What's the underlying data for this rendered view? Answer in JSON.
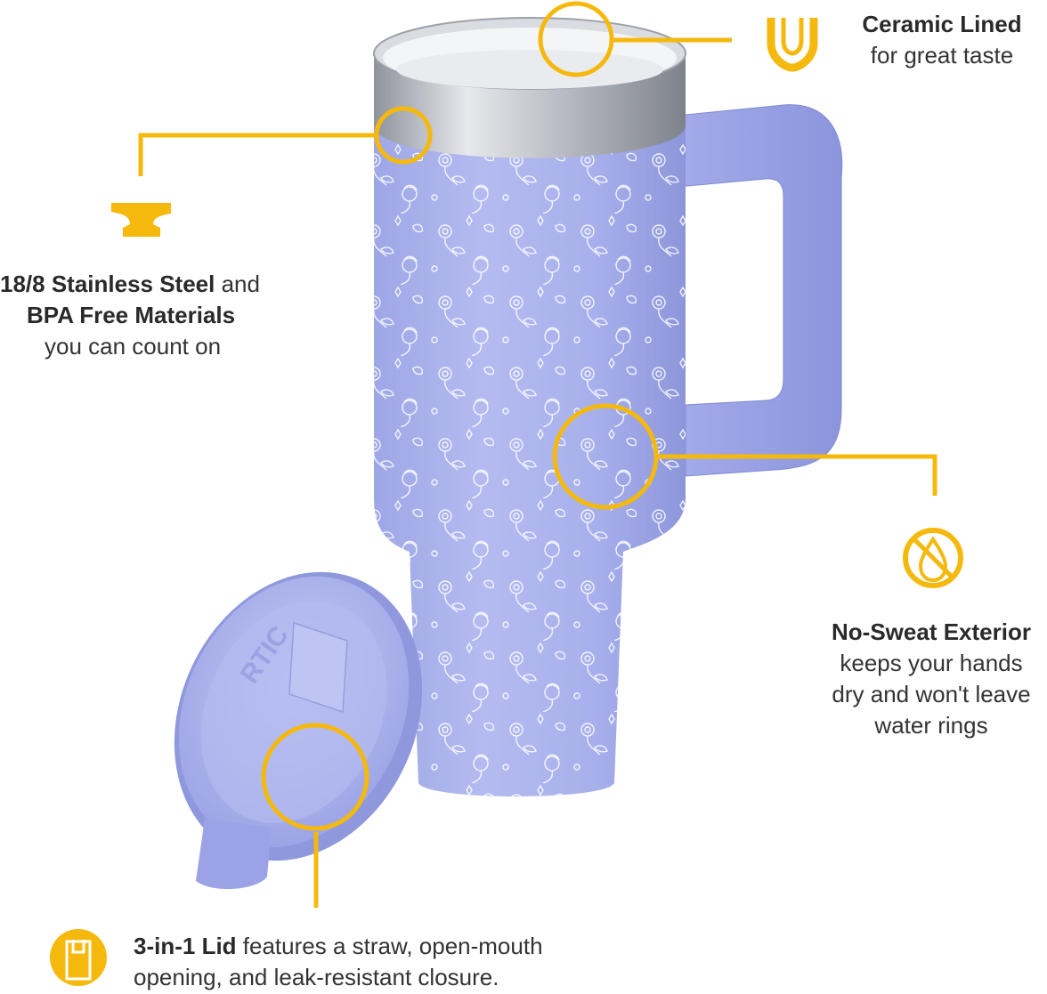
{
  "colors": {
    "accent": "#f5b90d",
    "tumbler": "#a9b1ec",
    "tumbler_dark": "#8e97dc",
    "steel": "#c9ccd2",
    "text": "#333333"
  },
  "icons": {
    "ceramic": "u-shape-icon",
    "steel": "anvil-icon",
    "sweat": "no-water-drop-icon",
    "lid": "lid-icon"
  },
  "product": {
    "lid_brand": "RTIC"
  },
  "callouts": {
    "ceramic": {
      "title": "Ceramic Lined",
      "text": "for great taste"
    },
    "steel": {
      "bold1": "18/8 Stainless Steel",
      "text1": " and",
      "bold2": "BPA Free Materials",
      "text2": "you can count on"
    },
    "sweat": {
      "title": "No-Sweat Exterior",
      "line1": "keeps your hands",
      "line2": "dry and won't leave",
      "line3": "water rings"
    },
    "lid": {
      "bold": "3-in-1 Lid",
      "text1": " features a straw, open-mouth",
      "text2": "opening, and leak-resistant closure."
    }
  }
}
